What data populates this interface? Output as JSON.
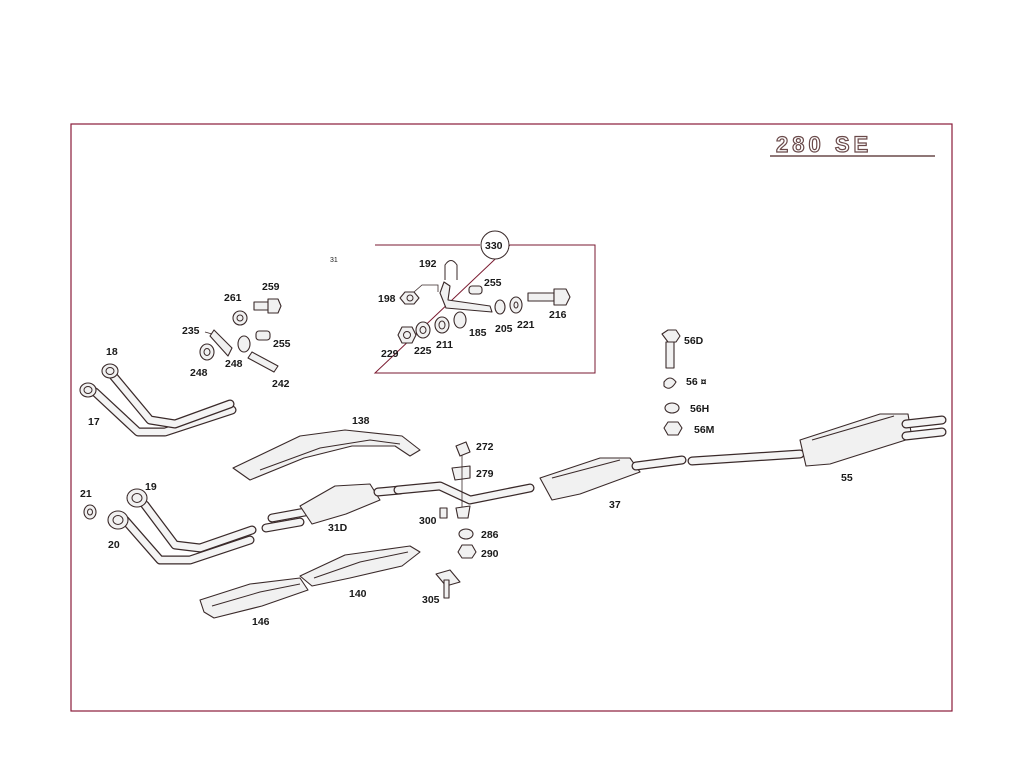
{
  "model_title": "280 SE",
  "stray_mark": "31",
  "callouts": {
    "c330": "330",
    "c192": "192",
    "c255a": "255",
    "c198": "198",
    "c216": "216",
    "c229": "229",
    "c225": "225",
    "c211": "211",
    "c185": "185",
    "c205": "205",
    "c221": "221",
    "c261": "261",
    "c259": "259",
    "c235": "235",
    "c255b": "255",
    "c248a": "248",
    "c248b": "248",
    "c242": "242",
    "c18": "18",
    "c17": "17",
    "c138": "138",
    "c272": "272",
    "c279": "279",
    "c21": "21",
    "c19": "19",
    "c20": "20",
    "c31d": "31D",
    "c300": "300",
    "c286": "286",
    "c290": "290",
    "c37": "37",
    "c55": "55",
    "c56d": "56D",
    "c56s": "56 ¤",
    "c56h": "56H",
    "c56m": "56M",
    "c140": "140",
    "c146": "146",
    "c305": "305"
  }
}
